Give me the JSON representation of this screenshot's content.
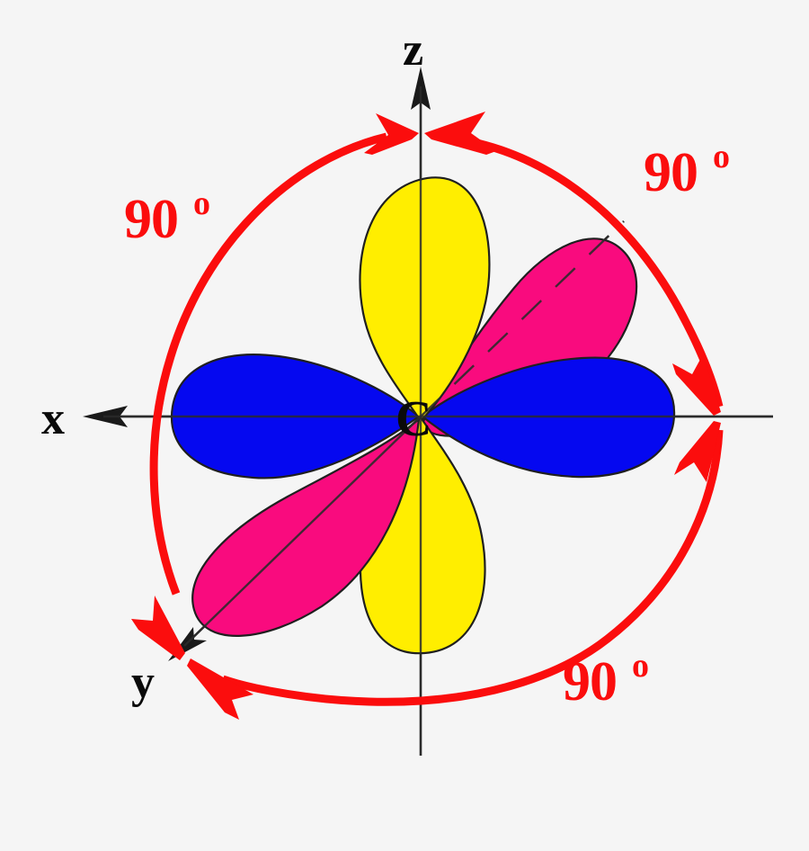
{
  "figure": {
    "title": "sp3 hybrid orbital diagram with 90 degree angles",
    "background_color": "#f5f5f5"
  },
  "chart_data": {
    "type": "diagram",
    "title": "Orbital lobes around central carbon with 90º inter-axial angles",
    "center_atom": "C",
    "axes": [
      {
        "name": "z",
        "label": "z",
        "direction": "up",
        "style": "solid-arrow"
      },
      {
        "name": "x",
        "label": "x",
        "direction": "left",
        "style": "solid-arrow"
      },
      {
        "name": "y",
        "label": "y",
        "direction": "down-left",
        "style": "solid-arrow"
      }
    ],
    "angle_annotations": [
      {
        "id": "angle-left",
        "value": "90",
        "unit": "º",
        "position": "upper-left"
      },
      {
        "id": "angle-right",
        "value": "90",
        "unit": "º",
        "position": "upper-right"
      },
      {
        "id": "angle-bottom",
        "value": "90",
        "unit": "º",
        "position": "lower-right"
      }
    ],
    "lobes": [
      {
        "id": "lobe-z-up",
        "color": "#ffee00",
        "axis": "z",
        "direction": "up"
      },
      {
        "id": "lobe-z-down",
        "color": "#ffee00",
        "axis": "z",
        "direction": "down"
      },
      {
        "id": "lobe-x-left",
        "color": "#0508f0",
        "axis": "x",
        "direction": "left"
      },
      {
        "id": "lobe-x-right",
        "color": "#0508f0",
        "axis": "x",
        "direction": "right"
      },
      {
        "id": "lobe-y-back",
        "color": "#f90b7e",
        "axis": "y",
        "direction": "up-right"
      },
      {
        "id": "lobe-y-front",
        "color": "#f90b7e",
        "axis": "y",
        "direction": "down-left"
      }
    ],
    "ring": {
      "color": "#fb0d0d",
      "shape": "ellipse",
      "arrow_pairs": 3,
      "description": "Red double-headed curved arrows marking the three 90º angles"
    },
    "legend": []
  },
  "labels": {
    "axis_z": "z",
    "axis_x": "x",
    "axis_y": "y",
    "center": "C",
    "angle_left_value": "90",
    "angle_left_sup": "o",
    "angle_right_value": "90",
    "angle_right_sup": "o",
    "angle_bottom_value": "90",
    "angle_bottom_sup": "o"
  },
  "colors": {
    "yellow": "#ffee00",
    "blue": "#0508f0",
    "pink": "#f90b7e",
    "red": "#fb0d0d",
    "outline": "#1f1f1f",
    "axis": "#2b2b2b",
    "text": "#0a0a0a",
    "background": "#f5f5f5"
  }
}
